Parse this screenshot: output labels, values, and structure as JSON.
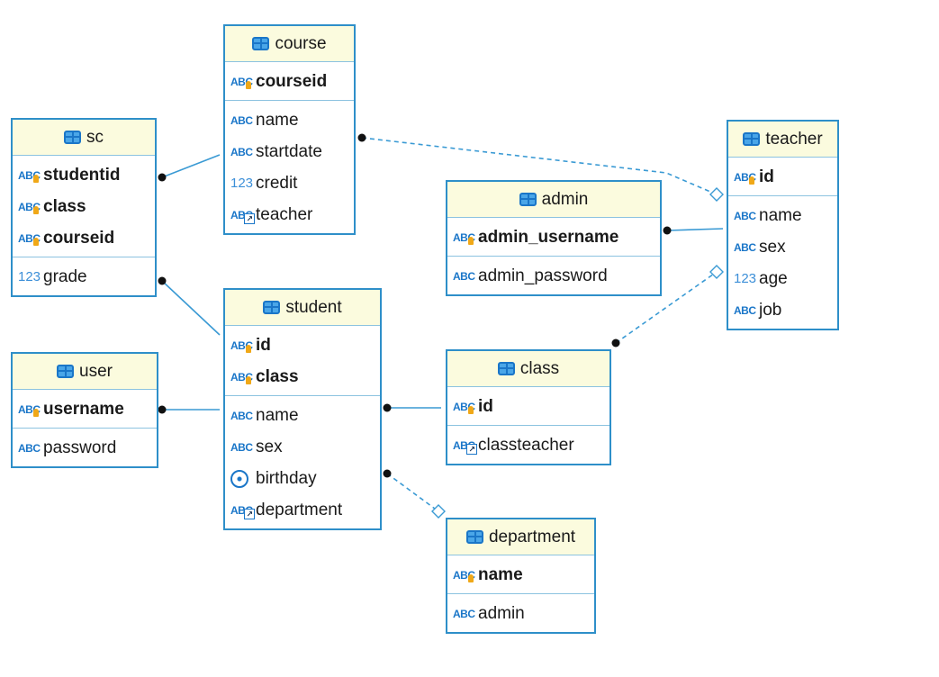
{
  "diagram": {
    "tables": [
      {
        "id": "course",
        "name": "course",
        "keys": [
          {
            "name": "courseid",
            "type": "text-key"
          }
        ],
        "columns": [
          {
            "name": "name",
            "type": "text"
          },
          {
            "name": "startdate",
            "type": "text"
          },
          {
            "name": "credit",
            "type": "number"
          },
          {
            "name": "teacher",
            "type": "text-fk"
          }
        ]
      },
      {
        "id": "sc",
        "name": "sc",
        "keys": [
          {
            "name": "studentid",
            "type": "text-key"
          },
          {
            "name": "class",
            "type": "text-key"
          },
          {
            "name": "courseid",
            "type": "text-key"
          }
        ],
        "columns": [
          {
            "name": "grade",
            "type": "number"
          }
        ]
      },
      {
        "id": "teacher",
        "name": "teacher",
        "keys": [
          {
            "name": "id",
            "type": "text-key"
          }
        ],
        "columns": [
          {
            "name": "name",
            "type": "text"
          },
          {
            "name": "sex",
            "type": "text"
          },
          {
            "name": "age",
            "type": "number"
          },
          {
            "name": "job",
            "type": "text"
          }
        ]
      },
      {
        "id": "admin",
        "name": "admin",
        "keys": [
          {
            "name": "admin_username",
            "type": "text-key"
          }
        ],
        "columns": [
          {
            "name": "admin_password",
            "type": "text"
          }
        ]
      },
      {
        "id": "student",
        "name": "student",
        "keys": [
          {
            "name": "id",
            "type": "text-key"
          },
          {
            "name": "class",
            "type": "text-key"
          }
        ],
        "columns": [
          {
            "name": "name",
            "type": "text"
          },
          {
            "name": "sex",
            "type": "text"
          },
          {
            "name": "birthday",
            "type": "date"
          },
          {
            "name": "department",
            "type": "text-fk"
          }
        ]
      },
      {
        "id": "user",
        "name": "user",
        "keys": [
          {
            "name": "username",
            "type": "text-key"
          }
        ],
        "columns": [
          {
            "name": "password",
            "type": "text"
          }
        ]
      },
      {
        "id": "class",
        "name": "class",
        "keys": [
          {
            "name": "id",
            "type": "text-key"
          }
        ],
        "columns": [
          {
            "name": "classteacher",
            "type": "text-fk"
          }
        ]
      },
      {
        "id": "department",
        "name": "department",
        "keys": [
          {
            "name": "name",
            "type": "text-key"
          }
        ],
        "columns": [
          {
            "name": "admin",
            "type": "text"
          }
        ]
      }
    ],
    "relationships": [
      {
        "from": "sc",
        "to": "course",
        "style": "solid"
      },
      {
        "from": "sc",
        "to": "student",
        "style": "solid"
      },
      {
        "from": "user",
        "to": "student",
        "style": "solid"
      },
      {
        "from": "student",
        "to": "class",
        "style": "solid"
      },
      {
        "from": "admin",
        "to": "teacher",
        "style": "solid"
      },
      {
        "from": "course",
        "to": "teacher",
        "style": "dashed"
      },
      {
        "from": "class",
        "to": "teacher",
        "style": "dashed"
      },
      {
        "from": "student",
        "to": "department",
        "style": "dashed"
      }
    ],
    "colors": {
      "border": "#2e8fc9",
      "header": "#fbfbde",
      "icon": "#1a76c8",
      "line": "#3a9ad4"
    },
    "type_labels": {
      "text": "ABC",
      "number": "123"
    }
  }
}
